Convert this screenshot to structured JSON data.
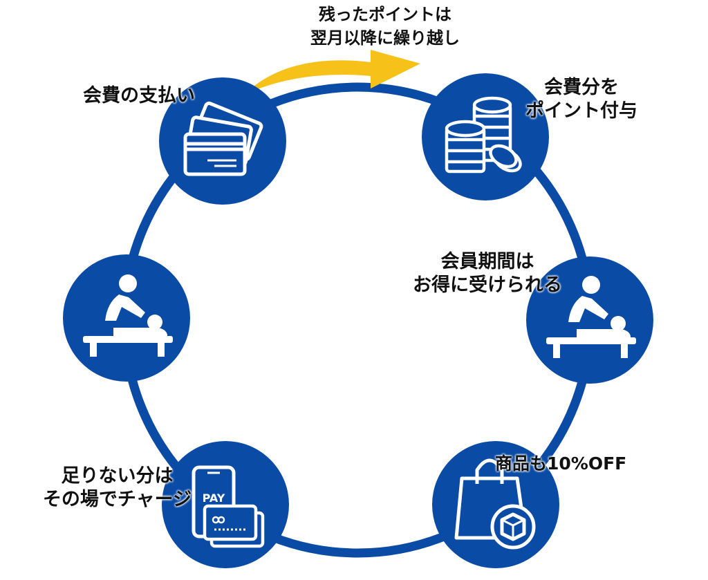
{
  "colors": {
    "node": "#0a4ba6",
    "ring": "#0a4ba6",
    "arrow": "#f6c21a",
    "icon": "#ffffff"
  },
  "labels": {
    "fee_payment": "会費の支払い",
    "carry_over": [
      "残ったポイントは",
      "翌月以降に繰り越し"
    ],
    "points": [
      "会費分を",
      "ポイント付与"
    ],
    "member_benefit": [
      "会員期間は",
      "お得に受けられる"
    ],
    "goods_discount": "商品も10%OFF",
    "charge": [
      "足りない分は",
      "その場でチャージ"
    ]
  },
  "icons": {
    "payment_node": "credit-cards-icon",
    "points_node": "coin-stacks-icon",
    "member_node": "massage-icon",
    "goods_node": "shopping-bag-box-icon",
    "charge_node": "phone-pay-cards-icon",
    "left_node": "massage-icon"
  },
  "pay_text": "PAY"
}
